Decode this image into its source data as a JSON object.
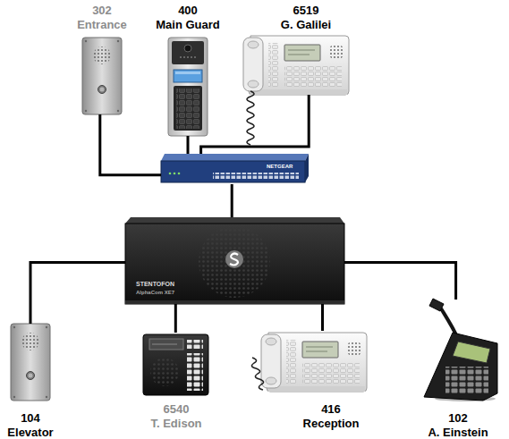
{
  "diagram": {
    "nodes": [
      {
        "text": [
          "302",
          "Entrance"
        ]
      },
      {
        "text": [
          "400",
          "Main Guard"
        ]
      },
      {
        "text": [
          "6519",
          "G. Galilei"
        ]
      },
      {
        "text": [
          "NETGEAR"
        ]
      },
      {
        "text": [
          "STENTOFON",
          "AlphaCom XE7"
        ]
      },
      {
        "text": [
          "104",
          "Elevator"
        ]
      },
      {
        "text": [
          "6540",
          "T. Edison"
        ]
      },
      {
        "text": [
          "416",
          "Reception"
        ]
      },
      {
        "text": [
          "102",
          "A. Einstein"
        ]
      }
    ],
    "edges": [
      {
        "from": 0,
        "to": 3,
        "arrow": "none"
      },
      {
        "from": 1,
        "to": 3,
        "arrow": "none"
      },
      {
        "from": 2,
        "to": 3,
        "arrow": "none"
      },
      {
        "from": 3,
        "to": 4,
        "arrow": "none"
      },
      {
        "from": 4,
        "to": 5,
        "arrow": "none"
      },
      {
        "from": 4,
        "to": 6,
        "arrow": "none"
      },
      {
        "from": 4,
        "to": 7,
        "arrow": "none"
      },
      {
        "from": 4,
        "to": 8,
        "arrow": "none"
      }
    ]
  }
}
